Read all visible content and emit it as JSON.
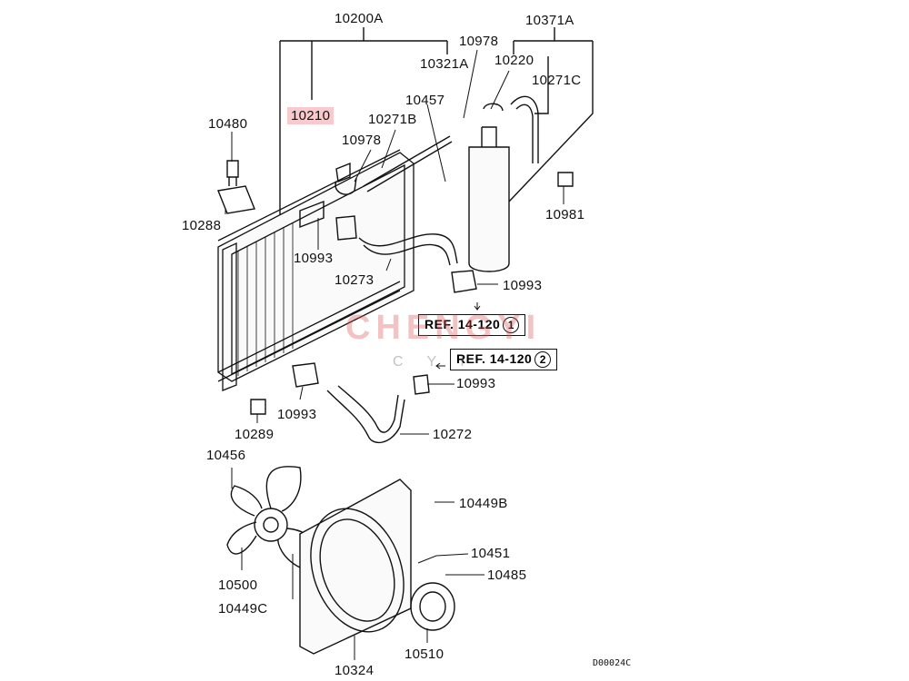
{
  "labels": {
    "l10200A": "10200A",
    "l10978a": "10978",
    "l10371A": "10371A",
    "l10321A": "10321A",
    "l10220": "10220",
    "l10271C": "10271C",
    "l10457": "10457",
    "l10210": "10210",
    "l10271B": "10271B",
    "l10480": "10480",
    "l10978b": "10978",
    "l10288": "10288",
    "l10993a": "10993",
    "l10273": "10273",
    "l10981": "10981",
    "l10993b": "10993",
    "l10993c": "10993",
    "l10993d": "10993",
    "l10289": "10289",
    "l10272": "10272",
    "l10456": "10456",
    "l10449B": "10449B",
    "l10451": "10451",
    "l10485": "10485",
    "l10500": "10500",
    "l10449C": "10449C",
    "l10510": "10510",
    "l10324": "10324"
  },
  "refs": {
    "ref1_text": "REF. 14-120",
    "ref1_num": "1",
    "ref2_text": "REF. 14-120",
    "ref2_num": "2"
  },
  "watermark": {
    "brand": "CHENGYI",
    "sub": "CYI"
  },
  "diagram_code": "D00024C",
  "colors": {
    "highlight": "#f8c9cd",
    "ink": "#111111"
  }
}
